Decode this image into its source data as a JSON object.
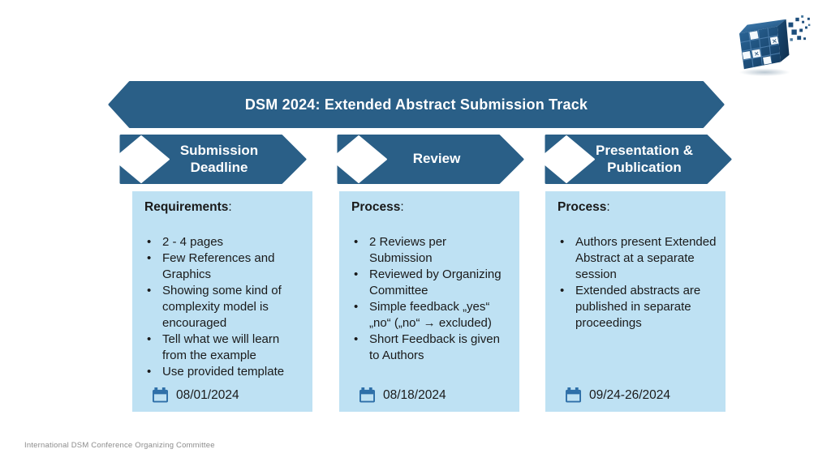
{
  "banner": {
    "title": "DSM 2024: Extended Abstract Submission Track"
  },
  "phases": [
    {
      "label": "Submission\nDeadline",
      "heading": "Requirements",
      "heading_colon": ":",
      "bullets": [
        "2 - 4 pages",
        "Few References and Graphics",
        "Showing some kind of complexity model is encouraged",
        "Tell what we will learn from the example",
        "Use provided template"
      ],
      "date": "08/01/2024"
    },
    {
      "label": "Review",
      "heading": "Process",
      "heading_colon": ":",
      "bullets": [
        "2 Reviews per Submission",
        "Reviewed by Organizing Committee",
        "Simple feedback „yes“ „no“ („no“ → excluded)",
        "Short Feedback is given to Authors"
      ],
      "date": "08/18/2024"
    },
    {
      "label": "Presentation &\nPublication",
      "heading": "Process",
      "heading_colon": ":",
      "bullets": [
        "Authors present Extended Abstract at a separate session",
        "Extended abstracts are published in separate proceedings"
      ],
      "date": "09/24-26/2024"
    }
  ],
  "footer": {
    "text": "International DSM Conference Organizing Committee"
  },
  "logo": {
    "icon": "dsm-matrix-cube-logo"
  },
  "colors": {
    "dark_blue": "#2A5F87",
    "card_blue": "#BEE1F3",
    "calendar_blue": "#2E6FA8",
    "body_text": "#1A1A1A",
    "footer_gray": "#8C8C8C"
  }
}
